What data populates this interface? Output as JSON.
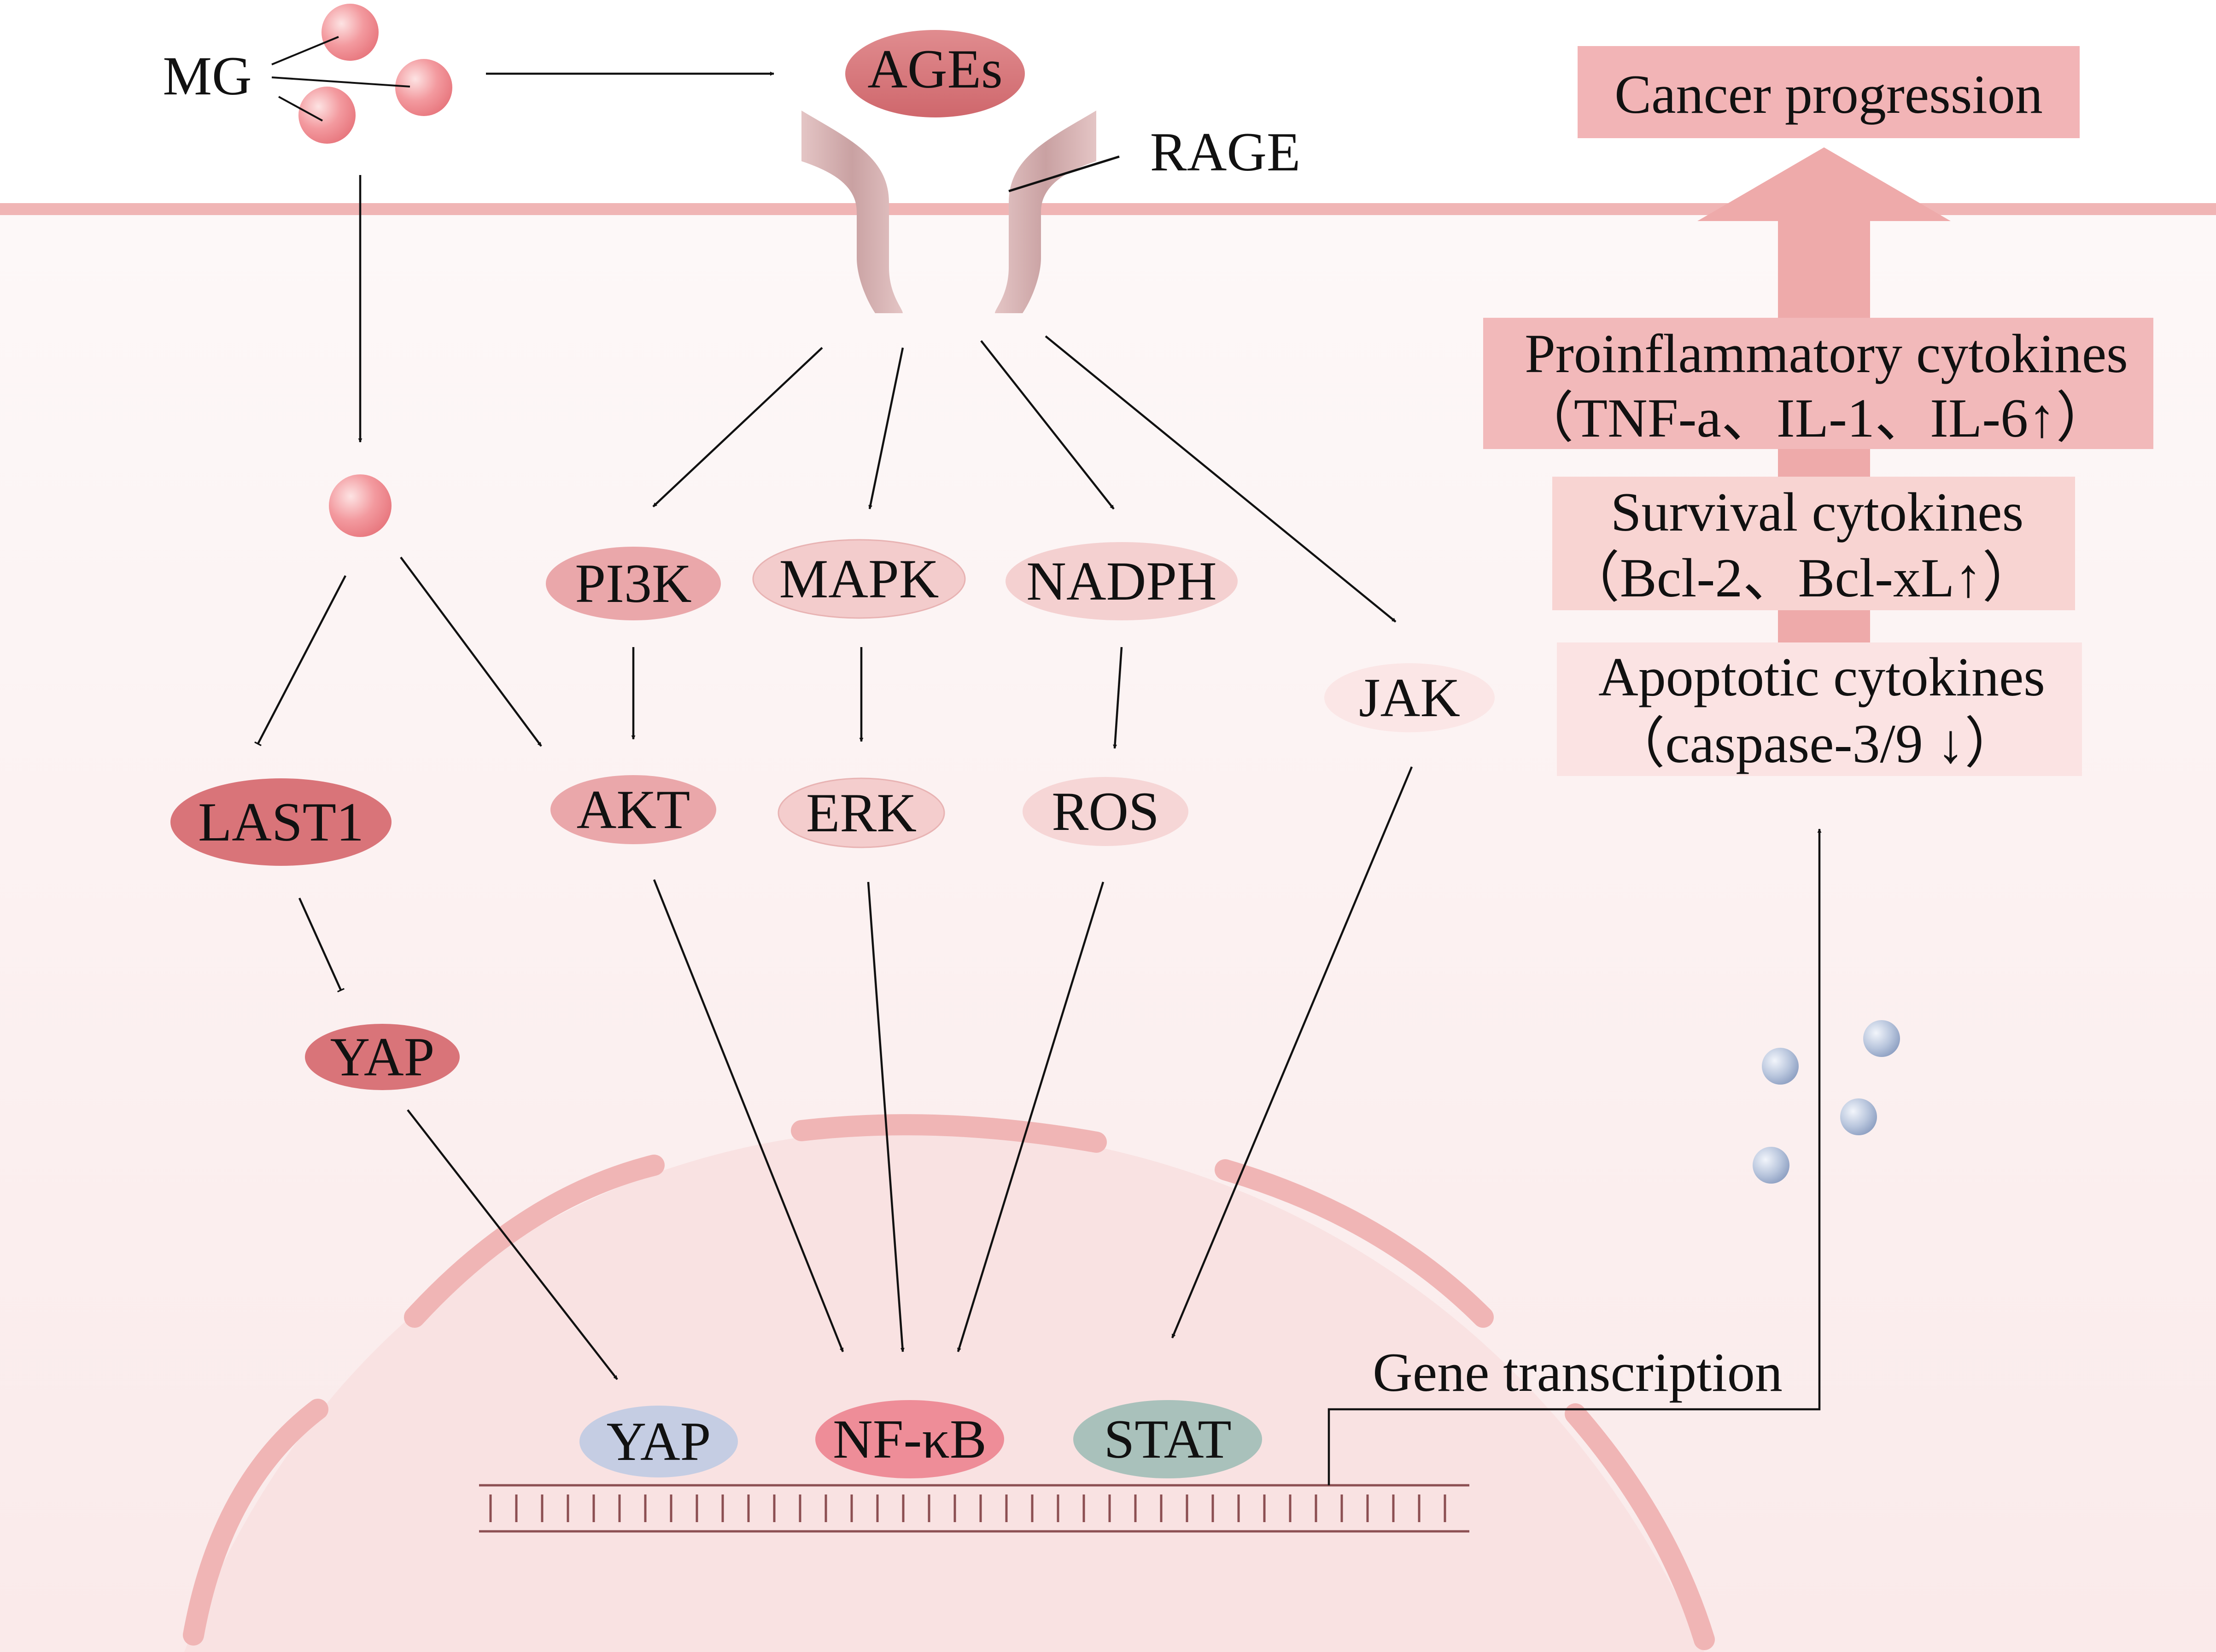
{
  "nodes": {
    "mg": "MG",
    "ages": "AGEs",
    "rage": "RAGE",
    "pi3k": "PI3K",
    "mapk": "MAPK",
    "nadph": "NADPH",
    "jak": "JAK",
    "akt": "AKT",
    "erk": "ERK",
    "ros": "ROS",
    "last1": "LAST1",
    "yap_cyto": "YAP",
    "yap_nuc": "YAP",
    "nfkb": "NF-κB",
    "stat": "STAT"
  },
  "gene_transcription": "Gene transcription",
  "outcomes": {
    "cancer": "Cancer progression",
    "proinflammatory_title": "Proinflammatory cytokines",
    "proinflammatory_detail": "（TNF-a、IL-1、IL-6↑）",
    "survival_title": "Survival cytokines",
    "survival_detail": "（Bcl-2、Bcl-xL↑）",
    "apoptotic_title": "Apoptotic cytokines",
    "apoptotic_detail": "（caspase-3/9 ↓）"
  },
  "colors": {
    "membrane": "#f0b5b5",
    "cytoplasm": "#fbeff0",
    "nucleus": "#f8dcdd",
    "dark_node": "#d97479",
    "mid_node": "#eaa7aa",
    "light_node": "#f4cdcd",
    "pale_node": "#fbe8e8",
    "yap_nuclear": "#c5cde3",
    "nfkb": "#ee8d98",
    "stat": "#a9c1bb",
    "vesicle": "#b9c6dd"
  }
}
